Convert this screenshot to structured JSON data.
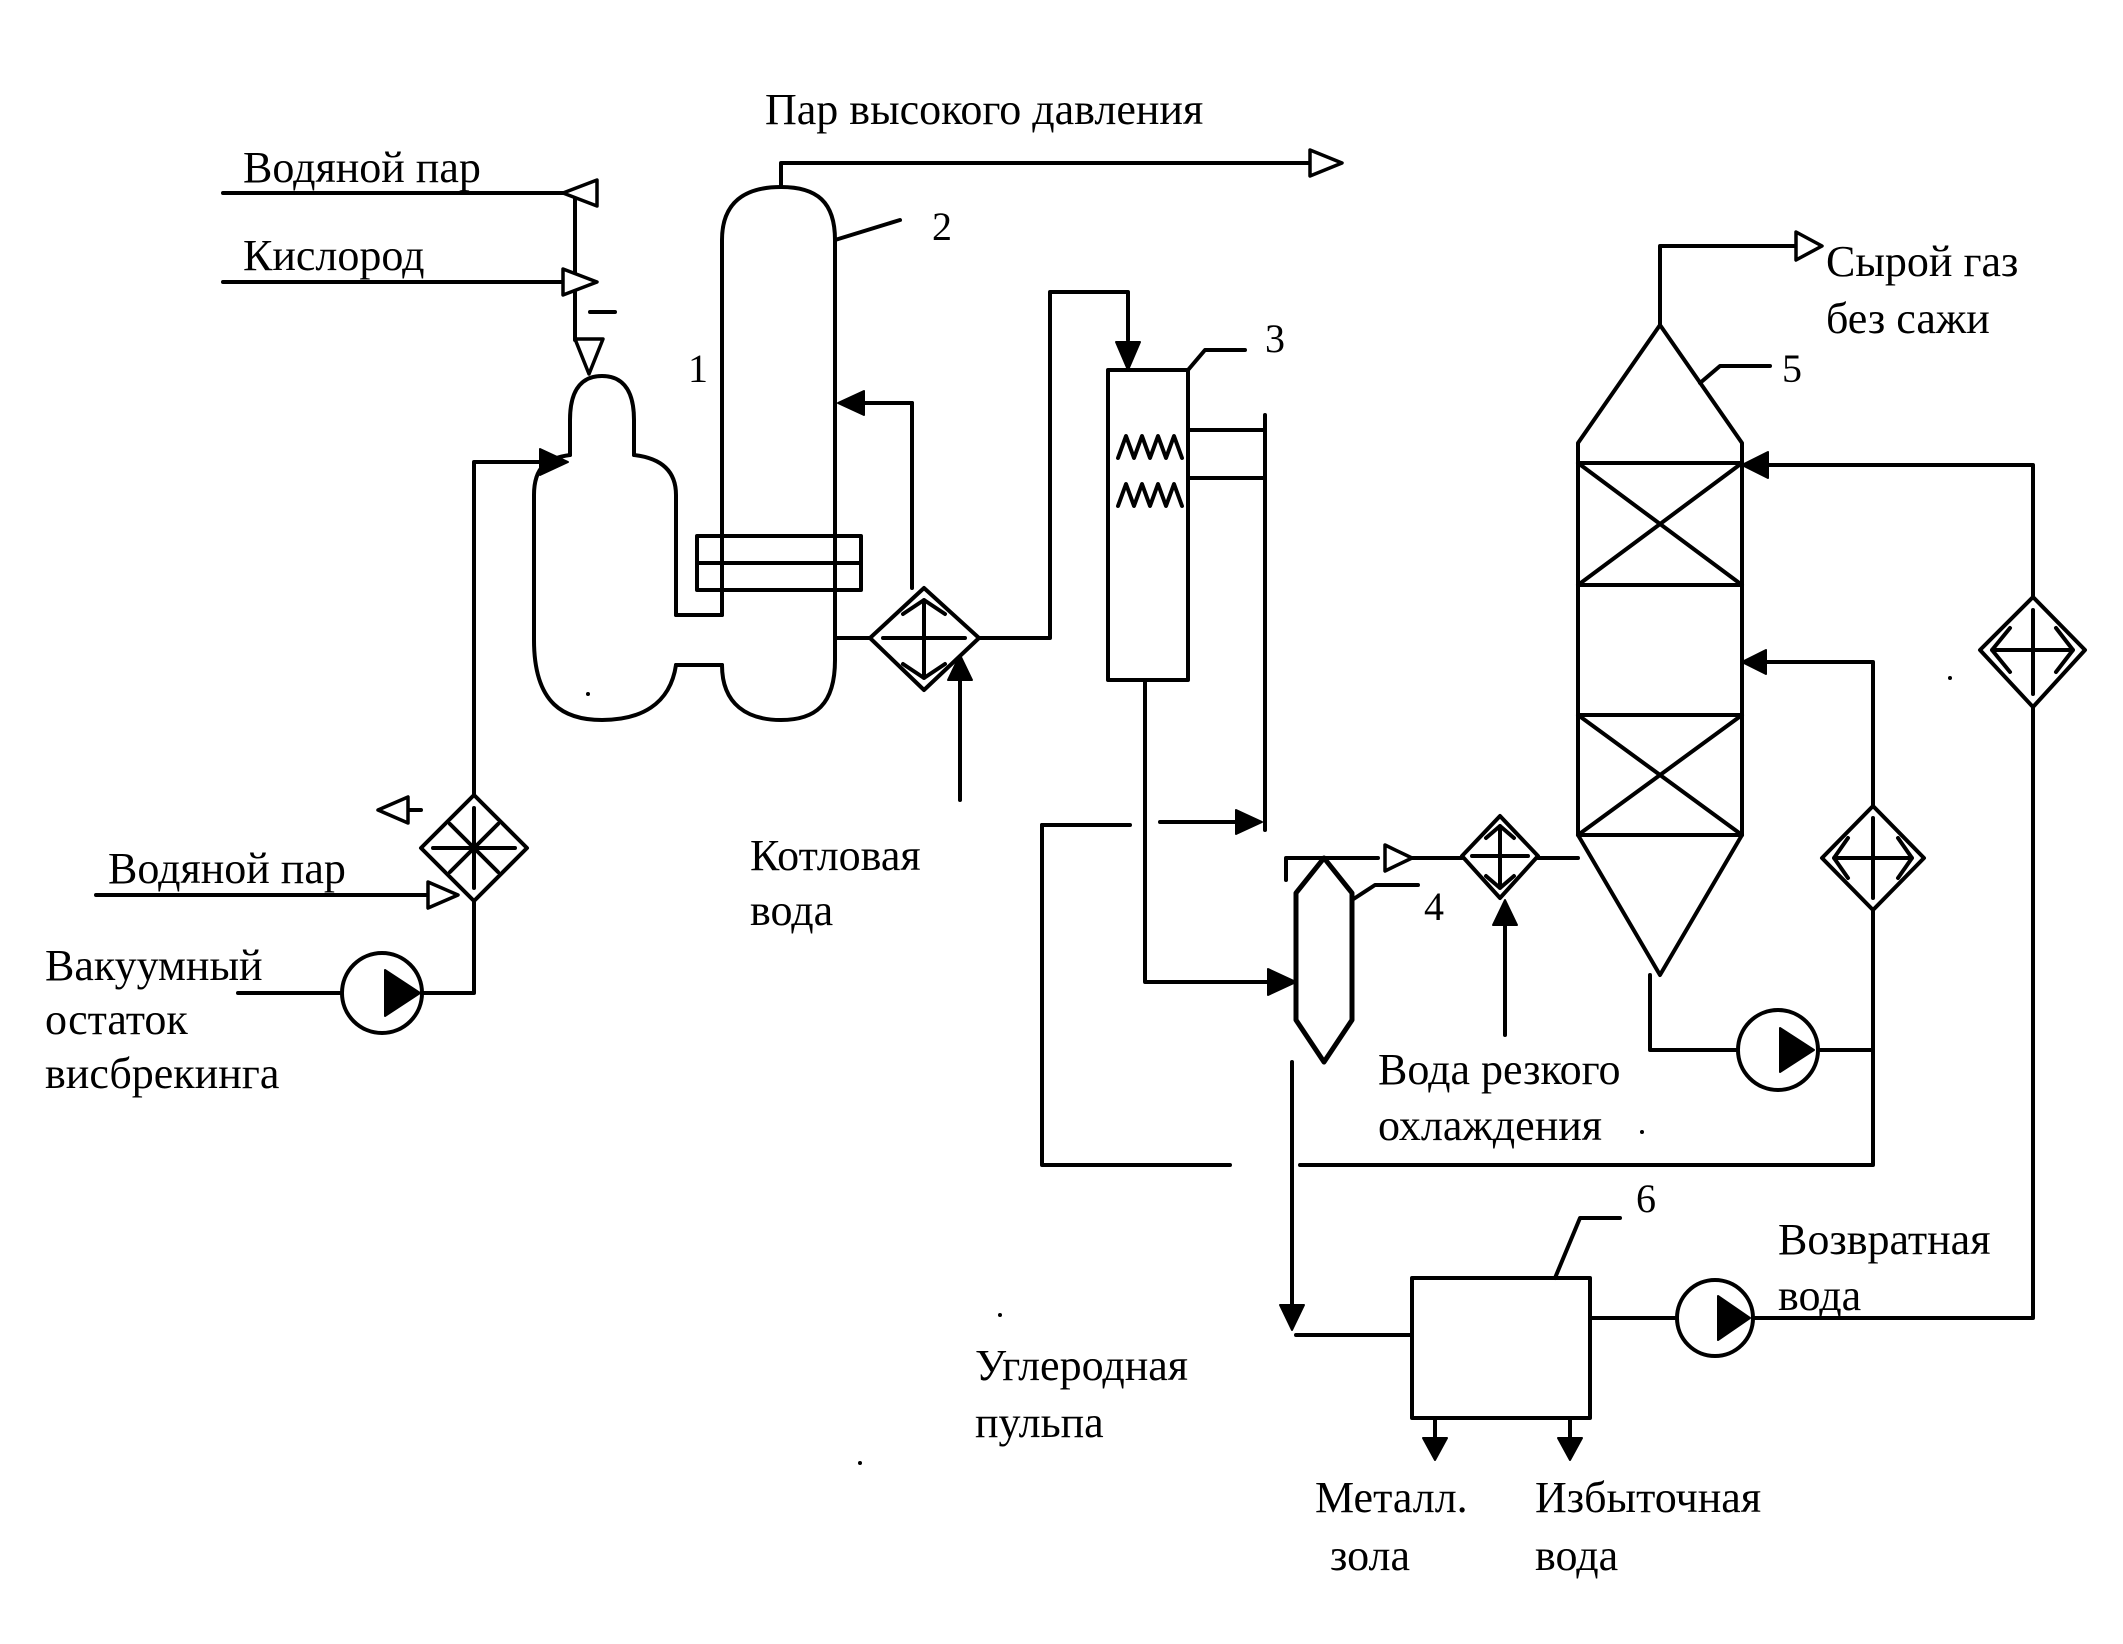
{
  "labels": {
    "hp_steam": "Пар высокого давления",
    "steam_top": "Водяной пар",
    "oxygen": "Кислород",
    "steam_left": "Водяной пар",
    "feed_line1": "Вакуумный",
    "feed_line2": "остаток",
    "feed_line3": "висбрекинга",
    "boiler_water_line1": "Котловая",
    "boiler_water_line2": "вода",
    "quench_water_line1": "Вода резкого",
    "quench_water_line2": "охлаждения",
    "raw_gas_line1": "Сырой газ",
    "raw_gas_line2": "без сажи",
    "carbon_slurry_line1": "Углеродная",
    "carbon_slurry_line2": "пульпа",
    "return_water_line1": "Возвратная",
    "return_water_line2": "вода",
    "metal_ash_line1": "Металл.",
    "metal_ash_line2": "зола",
    "excess_water_line1": "Избыточная",
    "excess_water_line2": "вода"
  },
  "units": {
    "u1": "1",
    "u2": "2",
    "u3": "3",
    "u4": "4",
    "u5": "5",
    "u6": "6"
  }
}
